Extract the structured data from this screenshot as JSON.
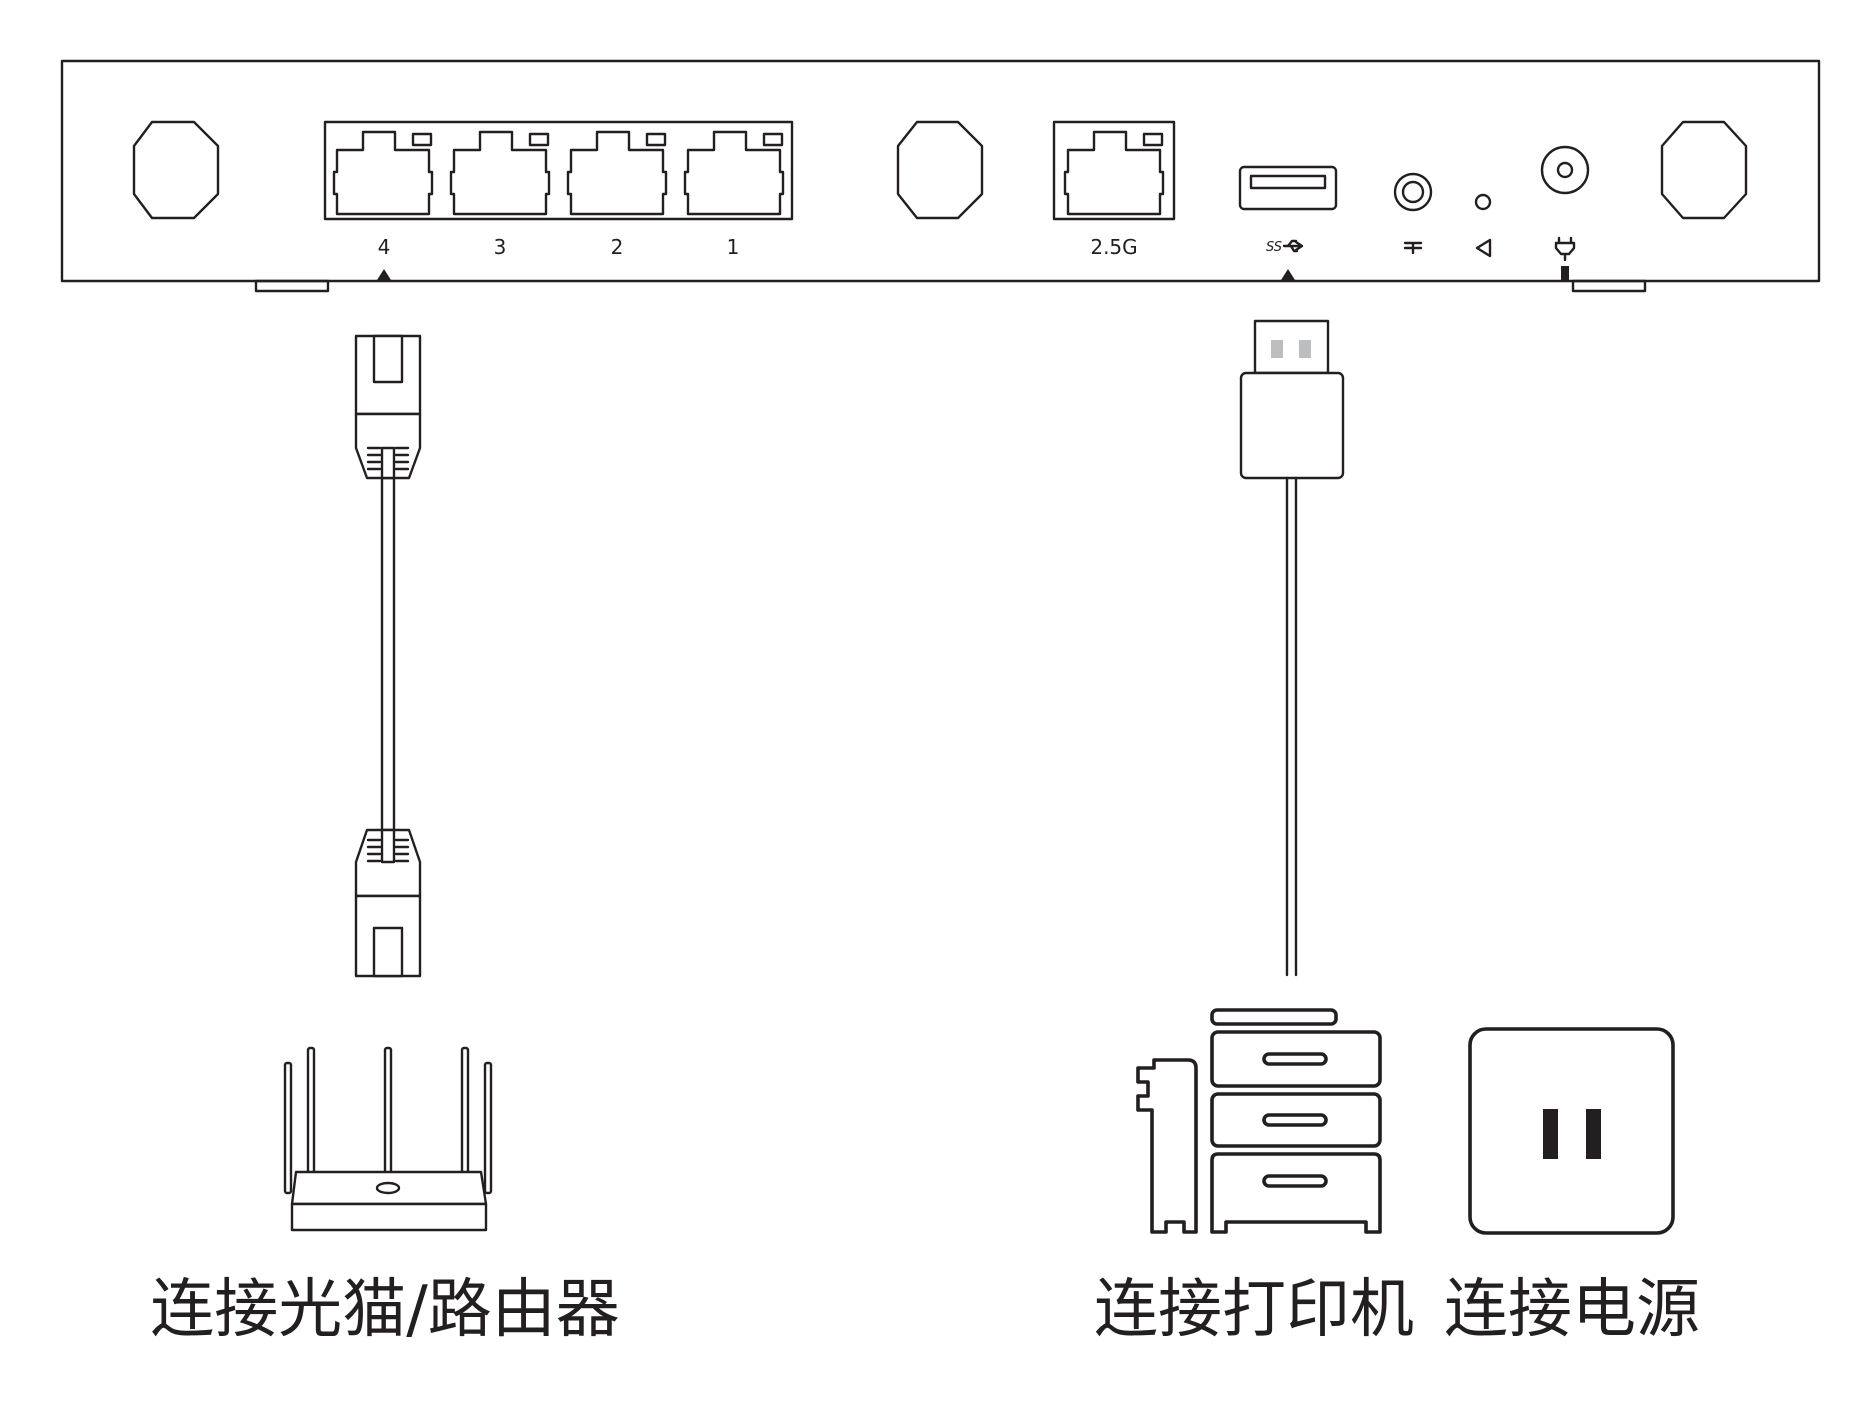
{
  "device": {
    "lan_ports": [
      "4",
      "3",
      "2",
      "1"
    ],
    "wan_port": "2.5G",
    "usb_label": "SS",
    "icons": {
      "usb": "usb-3-symbol-icon",
      "ground": "ground-symbol-icon",
      "reset": "reset-triangle-icon",
      "power": "power-plug-icon"
    }
  },
  "captions": {
    "router": "连接光猫/路由器",
    "printer": "连接打印机",
    "power": "连接电源"
  },
  "colors": {
    "line": "#231f20",
    "background": "#ffffff",
    "usb_contact": "#bcbec0"
  }
}
